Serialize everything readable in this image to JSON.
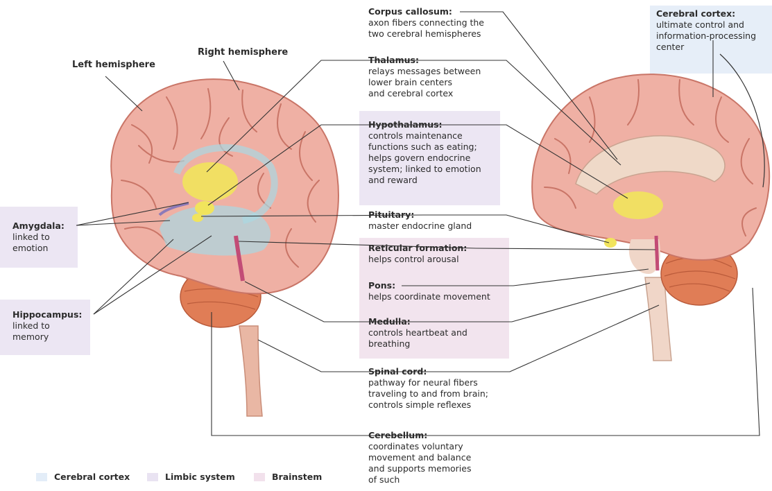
{
  "left_brain": {
    "left_hemisphere": "Left hemisphere",
    "right_hemisphere": "Right hemisphere"
  },
  "labels": {
    "corpus_callosum": {
      "title": "Corpus callosum:",
      "desc": "axon fibers connecting the\ntwo cerebral hemispheres"
    },
    "thalamus": {
      "title": "Thalamus:",
      "desc": "relays messages between\nlower brain centers\nand cerebral cortex"
    },
    "hypothalamus": {
      "title": "Hypothalamus:",
      "desc": "controls maintenance\nfunctions such as eating;\nhelps govern endocrine\nsystem; linked to emotion\nand reward"
    },
    "pituitary": {
      "title": "Pituitary:",
      "desc": "master endocrine gland"
    },
    "reticular": {
      "title": "Reticular formation:",
      "desc": "helps control arousal"
    },
    "pons": {
      "title": "Pons:",
      "desc": "helps coordinate movement"
    },
    "medulla": {
      "title": "Medulla:",
      "desc": "controls heartbeat and\nbreathing"
    },
    "spinal_cord": {
      "title": "Spinal cord:",
      "desc": "pathway for neural fibers\ntraveling to and from brain;\ncontrols simple reflexes"
    },
    "cerebellum": {
      "title": "Cerebellum:",
      "desc": "coordinates voluntary\nmovement and balance\nand supports memories\nof such"
    },
    "cerebral_cortex": {
      "title": "Cerebral cortex:",
      "desc": "ultimate control and\ninformation-processing\ncenter"
    },
    "amygdala": {
      "title": "Amygdala:",
      "desc": "linked to\nemotion"
    },
    "hippocampus": {
      "title": "Hippocampus:",
      "desc": "linked to\nmemory"
    }
  },
  "legend": [
    {
      "label": "Cerebral cortex",
      "color": "#e3edf8"
    },
    {
      "label": "Limbic system",
      "color": "#e9e3f2"
    },
    {
      "label": "Brainstem",
      "color": "#f2e1ec"
    }
  ],
  "colors": {
    "brain": "#efb0a4",
    "brain_dark": "#d98a7c",
    "fold": "#c97567",
    "cerebellum": "#e07d56",
    "yellow": "#f1e45c",
    "cyan": "#a9d8e2",
    "stem": "#f0d6c8",
    "leader": "#333333"
  }
}
